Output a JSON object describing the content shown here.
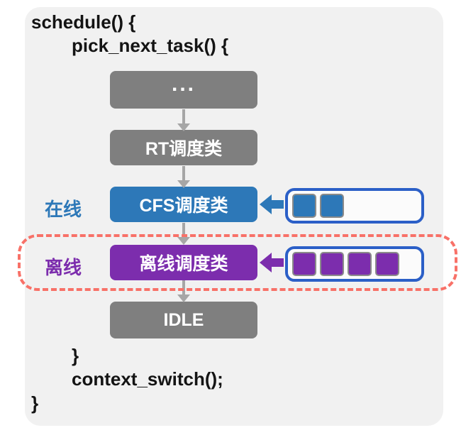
{
  "title": "Linux scheduler pick_next_task scheduling classes diagram",
  "code": {
    "line1": "schedule() {",
    "line2": "pick_next_task() {",
    "inner_close": "}",
    "line3": "context_switch();",
    "outer_close": "}"
  },
  "flow": {
    "boxes": [
      {
        "label": "...",
        "type": "gray"
      },
      {
        "label": "RT调度类",
        "type": "gray"
      },
      {
        "label": "CFS调度类",
        "type": "blue"
      },
      {
        "label": "离线调度类",
        "type": "purple"
      },
      {
        "label": "IDLE",
        "type": "gray"
      }
    ],
    "online_label": "在线",
    "offline_label": "离线"
  },
  "queues": {
    "online": {
      "task_count": 2
    },
    "offline": {
      "task_count": 4
    }
  },
  "colors": {
    "panel_bg": "#f1f1f1",
    "gray_box": "#7f7f7f",
    "online_blue": "#2d78b8",
    "offline_purple": "#7c2dad",
    "queue_border_blue": "#2b5fc7",
    "highlight_dash_red": "#f87168",
    "arrow_gray": "#a6a6a6",
    "task_square_border": "#8a8a8a",
    "code_text": "#141414"
  }
}
